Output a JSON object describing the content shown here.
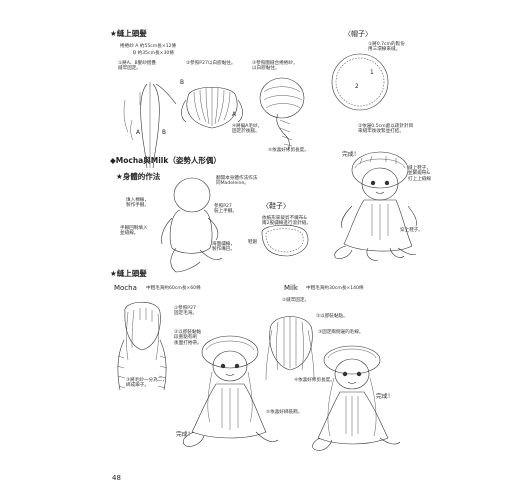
{
  "section1": {
    "title": "★縫上頭髮",
    "spec_a": "捲捲紗 A 約55cm長×12條",
    "spec_b": "B 約35cm長×30條",
    "step1": "①將A、B髮紗摺疊\n縫牢固定。",
    "step2": "②參照P27以白膠黏住。",
    "step3": "③參照圖縫合捲捲紗，\n以白膠黏住。",
    "step4": "④將編A毛紗，\n固定於後腦。",
    "step5": "⑤依喜好修剪長度。",
    "label_a": "A",
    "label_b": "B"
  },
  "hat": {
    "title": "〈帽子〉",
    "step1": "①將0.7cm的鬆份\n用三環線來縫。",
    "step2": "②依邊0.5cm處以疏針針目\n來縫牢後收緊並打結。",
    "num1": "1",
    "num2": "2"
  },
  "section2": {
    "title": "◆Mocha與Milk（姿勢人形偶）",
    "body_title": "★身體的作法",
    "note_top": "翻開本身體作法作法\n同Madeleine。",
    "note_fill": "填入棉線，\n製作手腳。",
    "note_ref": "參照P27\n裝上手腳。",
    "note_sew": "手腳回制填入\n並縫線。",
    "note_face": "海面繡線，\n製作嘴巴。",
    "done": "完成！",
    "done_note1": "縫上鞋子，\n並繫緞帶&\n打上上縫線",
    "done_note2": "穿上鞋子。"
  },
  "shoes": {
    "title": "〈鞋子〉",
    "note": "依紙形來裁剪不織布&\n兩2股繡線進行滾針縫。",
    "shoe_label": "鞋跟"
  },
  "section3": {
    "title": "★縫上頭髮",
    "mocha_name": "Mocha",
    "mocha_spec": "中粗毛海約60cm長×60條",
    "mocha_step1": "①參照P27\n固定毛海。",
    "mocha_step2": "②以膠裝黏黏\n段重點有刷\n後面打捲帶。",
    "mocha_step3": "③將毛紗一分為二，\n綁成辮子。",
    "milk_name": "Milk",
    "milk_spec": "中粗毛海約30cm長×140條",
    "milk_step1": "①縫牢固定。",
    "milk_step2": "②以膠裝黏點。",
    "milk_step3": "③固定兩側邊的毛線。",
    "milk_step4": "④依喜好修剪長度。",
    "milk_step5": "⑤依喜好綁裝飾。",
    "done_mocha": "完成！",
    "done_milk": "完成！"
  },
  "page_number": "48"
}
